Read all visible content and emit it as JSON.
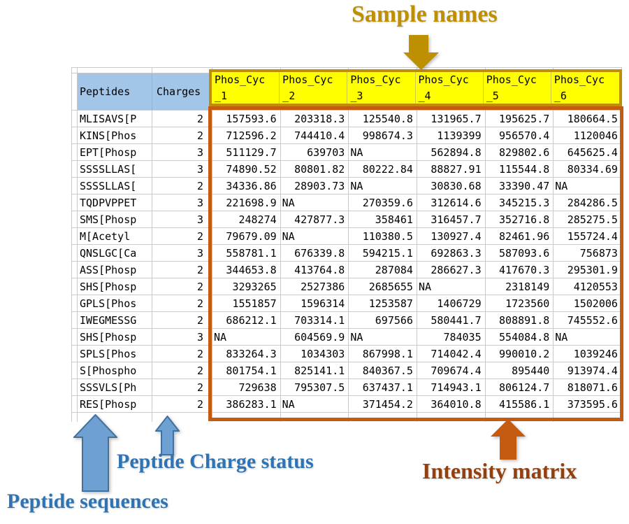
{
  "annotations": {
    "sample_names": "Sample names",
    "peptide_sequences": "Peptide sequences",
    "peptide_charge_status": "Peptide Charge status",
    "intensity_matrix": "Intensity matrix"
  },
  "colors": {
    "gold": "#BE8F00",
    "header_yellow": "#FFFF00",
    "matrix_border_orange": "#C55A11",
    "intensity_text": "#93400F",
    "blue_label": "#2E74B5",
    "arrow_blue_fill": "#6FA0D4",
    "arrow_blue_stroke": "#41719C",
    "table_header_blue": "#A3C6E8",
    "grid_line": "#C9C9C9"
  },
  "table": {
    "peptides_header": "Peptides",
    "charges_header": "Charges",
    "sample_names": [
      "Phos_Cyc_1",
      "Phos_Cyc_2",
      "Phos_Cyc_3",
      "Phos_Cyc_4",
      "Phos_Cyc_5",
      "Phos_Cyc_6"
    ],
    "rows": [
      {
        "peptide": "MLISAVS[P",
        "charge": "2",
        "values": [
          "157593.6",
          "203318.3",
          "125540.8",
          "131965.7",
          "195625.7",
          "180664.5"
        ]
      },
      {
        "peptide": "KINS[Phos",
        "charge": "2",
        "values": [
          "712596.2",
          "744410.4",
          "998674.3",
          "1139399",
          "956570.4",
          "1120046"
        ]
      },
      {
        "peptide": "EPT[Phosp",
        "charge": "3",
        "values": [
          "511129.7",
          "639703",
          "NA",
          "562894.8",
          "829802.6",
          "645625.4"
        ]
      },
      {
        "peptide": "SSSSLLAS[",
        "charge": "3",
        "values": [
          "74890.52",
          "80801.82",
          "80222.84",
          "88827.91",
          "115544.8",
          "80334.69"
        ]
      },
      {
        "peptide": "SSSSLLAS[",
        "charge": "2",
        "values": [
          "34336.86",
          "28903.73",
          "NA",
          "30830.68",
          "33390.47",
          "NA"
        ]
      },
      {
        "peptide": "TQDPVPPET",
        "charge": "3",
        "values": [
          "221698.9",
          "NA",
          "270359.6",
          "312614.6",
          "345215.3",
          "284286.5"
        ]
      },
      {
        "peptide": "SMS[Phosp",
        "charge": "3",
        "values": [
          "248274",
          "427877.3",
          "358461",
          "316457.7",
          "352716.8",
          "285275.5"
        ]
      },
      {
        "peptide": "M[Acetyl",
        "charge": "2",
        "values": [
          "79679.09",
          "NA",
          "110380.5",
          "130927.4",
          "82461.96",
          "155724.4"
        ]
      },
      {
        "peptide": "QNSLGC[Ca",
        "charge": "3",
        "values": [
          "558781.1",
          "676339.8",
          "594215.1",
          "692863.3",
          "587093.6",
          "756873"
        ]
      },
      {
        "peptide": "ASS[Phosp",
        "charge": "2",
        "values": [
          "344653.8",
          "413764.8",
          "287084",
          "286627.3",
          "417670.3",
          "295301.9"
        ]
      },
      {
        "peptide": "SHS[Phosp",
        "charge": "2",
        "values": [
          "3293265",
          "2527386",
          "2685655",
          "NA",
          "2318149",
          "4120553"
        ]
      },
      {
        "peptide": "GPLS[Phos",
        "charge": "2",
        "values": [
          "1551857",
          "1596314",
          "1253587",
          "1406729",
          "1723560",
          "1502006"
        ]
      },
      {
        "peptide": "IWEGMESSG",
        "charge": "2",
        "values": [
          "686212.1",
          "703314.1",
          "697566",
          "580441.7",
          "808891.8",
          "745552.6"
        ]
      },
      {
        "peptide": "SHS[Phosp",
        "charge": "3",
        "values": [
          "NA",
          "604569.9",
          "NA",
          "784035",
          "554084.8",
          "NA"
        ]
      },
      {
        "peptide": "SPLS[Phos",
        "charge": "2",
        "values": [
          "833264.3",
          "1034303",
          "867998.1",
          "714042.4",
          "990010.2",
          "1039246"
        ]
      },
      {
        "peptide": "S[Phospho",
        "charge": "2",
        "values": [
          "801754.1",
          "825141.1",
          "840367.5",
          "709674.4",
          "895440",
          "913974.4"
        ]
      },
      {
        "peptide": "SSSVLS[Ph",
        "charge": "2",
        "values": [
          "729638",
          "795307.5",
          "637437.1",
          "714943.1",
          "806124.7",
          "818071.6"
        ]
      },
      {
        "peptide": "RES[Phosp",
        "charge": "2",
        "values": [
          "386283.1",
          "NA",
          "371454.2",
          "364010.8",
          "415586.1",
          "373595.6"
        ]
      }
    ]
  }
}
